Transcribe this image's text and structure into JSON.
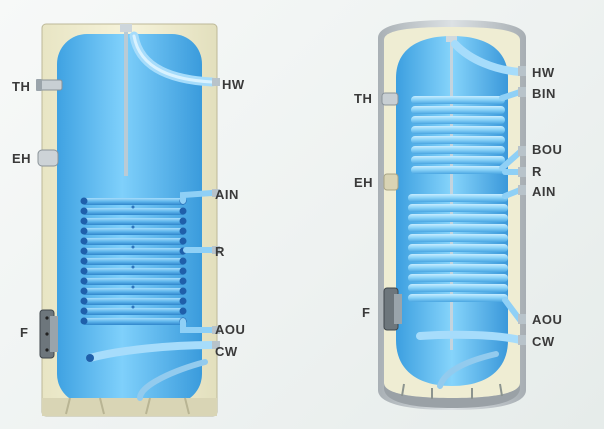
{
  "heater_left": {
    "labels": {
      "th": "TH",
      "eh": "EH",
      "f": "F",
      "hw": "HW",
      "ain": "AIN",
      "r": "R",
      "aou": "AOU",
      "cw": "CW"
    }
  },
  "heater_right": {
    "labels": {
      "th": "TH",
      "eh": "EH",
      "f": "F",
      "hw": "HW",
      "bin": "BIN",
      "bou": "BOU",
      "r": "R",
      "ain": "AIN",
      "aou": "AOU",
      "cw": "CW"
    }
  },
  "colors": {
    "water": "#5ab8ee",
    "water_light": "#9fdcff",
    "pipe": "#8fd0f6",
    "coil_tube": "#6cc0ef",
    "coil_end": "#1f5faa",
    "insulation": "#efeccd",
    "outer_shell": "#c9cfd3",
    "label_text": "#3a3a3a"
  }
}
